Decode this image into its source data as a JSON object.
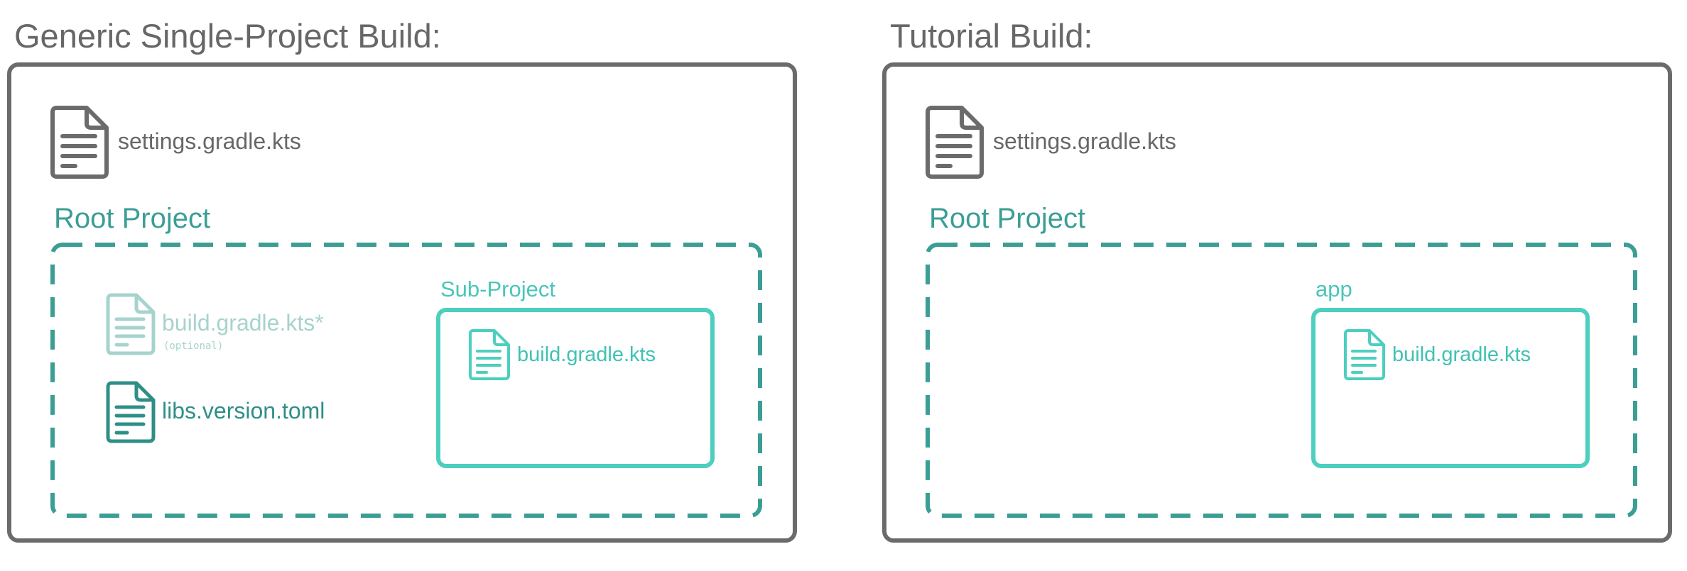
{
  "panels": [
    {
      "title": "Generic Single-Project Build:",
      "settings_file": "settings.gradle.kts",
      "root_label": "Root Project",
      "root_files": [
        {
          "name": "build.gradle.kts*",
          "note": "(optional)"
        },
        {
          "name": "libs.version.toml"
        }
      ],
      "subproject": {
        "label": "Sub-Project",
        "file": "build.gradle.kts"
      }
    },
    {
      "title": "Tutorial Build:",
      "settings_file": "settings.gradle.kts",
      "root_label": "Root Project",
      "subproject": {
        "label": "app",
        "file": "build.gradle.kts"
      }
    }
  ],
  "colors": {
    "outer_border": "#6b6b6b",
    "title_text": "#676767",
    "root_dashed": "#3b9e95",
    "subproject_border": "#4ccfbf",
    "faded_file": "#a7d3cd",
    "dark_teal_file": "#2f8f87"
  },
  "icons": {
    "file": "document-icon"
  }
}
